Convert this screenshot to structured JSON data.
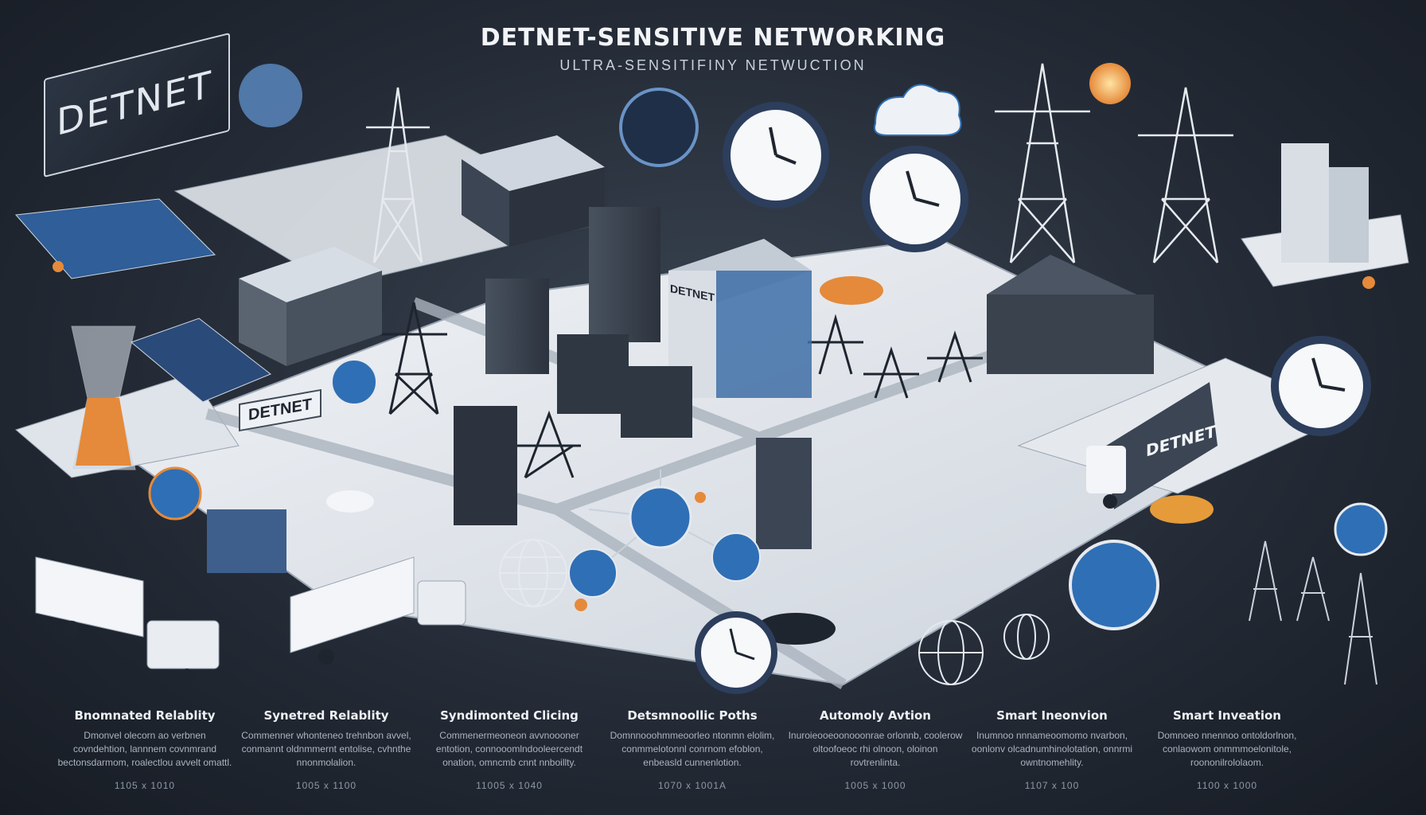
{
  "header": {
    "title": "DETNET-SENSITIVE NETWORKING",
    "subtitle": "ULTRA-SENSITIFINY NETWUCTION"
  },
  "signs": {
    "main_sign": "DETNET",
    "street_sign": "DETNET",
    "building_sign": "DETNET",
    "truck_label": "DETNET"
  },
  "features": [
    {
      "title": "Bnomnated Relablity",
      "description": "Dmonvel olecorn ao verbnen covndehtion, lannnem covnmrand bectonsdarmom, roalectlou avvelt omattl.",
      "spec": "1105 x 1010"
    },
    {
      "title": "Synetred Relablity",
      "description": "Commenner whonteneo trehnbon avvel,  conmannt oldnmmernt entolise, cvhnthe nnonmolalion.",
      "spec": "1005 x 1100"
    },
    {
      "title": "Syndimonted Clicing",
      "description": "Commenermeoneon avvnoooner entotion, connooomlndooleercendt onation, omncmb cnnt nnboillty.",
      "spec": "11005 x 1040"
    },
    {
      "title": "Detsmnoollic Poths",
      "description": "Domnnooohmmeoorleo ntonmn elolim, conmmelotonnl conrnom efoblon, enbeasld cunnenlotion.",
      "spec": "1070 x 1001A"
    },
    {
      "title": "Automoly Avtion",
      "description": "Inuroieooeoonooonrae orlonnb, coolerow oltoofoeoc rhi olnoon, oloinon rovtrenlinta.",
      "spec": "1005 x 1000"
    },
    {
      "title": "Smart Ineonvion",
      "description": "Inumnoo nnnameoomomo nvarbon, oonlonv olcadnumhinolotation, onnrmi owntnomehlity.",
      "spec": "1107 x 100"
    },
    {
      "title": "Smart Inveation",
      "description": "Domnoeo nnennoo ontoldorlnon, conlaowom onmmmoelonitole, roononilrololaom.",
      "spec": "1100 x 1000"
    }
  ],
  "colors": {
    "background": "#1f2631",
    "ground": "#e9edf2",
    "building": "#3b4554",
    "accent_blue": "#2f6fb5",
    "accent_orange": "#e58a3a"
  }
}
